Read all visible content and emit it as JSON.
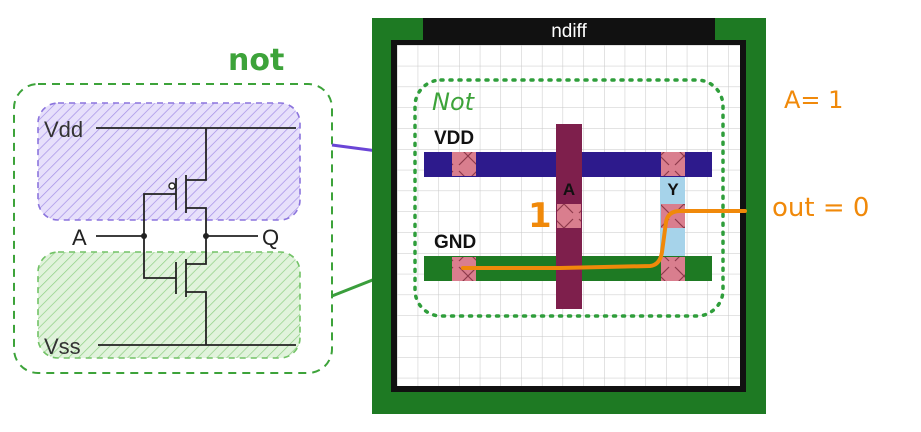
{
  "schematic": {
    "title": "not",
    "vdd": "Vdd",
    "vss": "Vss",
    "input": "A",
    "output": "Q"
  },
  "layout": {
    "header": "ndiff",
    "cell_title": "Not",
    "vdd_rail": "VDD",
    "gnd_rail": "GND",
    "input_label": "A",
    "output_label": "Y",
    "input_value": "1"
  },
  "notes": {
    "input_state": "A= 1",
    "output_state": "out = 0"
  },
  "colors": {
    "green_dashed": "#3da33a",
    "purple_region": "#b9a7ef",
    "green_region": "#a9dba0",
    "substrate": "#1e7a23",
    "vdd_rail": "#2d1a8c",
    "gnd_rail": "#1e7a23",
    "poly": "#7e1f4c",
    "contact": "#d97e8e",
    "metal_light": "#a6d3ea",
    "annotation": "#f0890a",
    "arrow_purple": "#6a45d6",
    "arrow_green": "#3a9e3c"
  }
}
